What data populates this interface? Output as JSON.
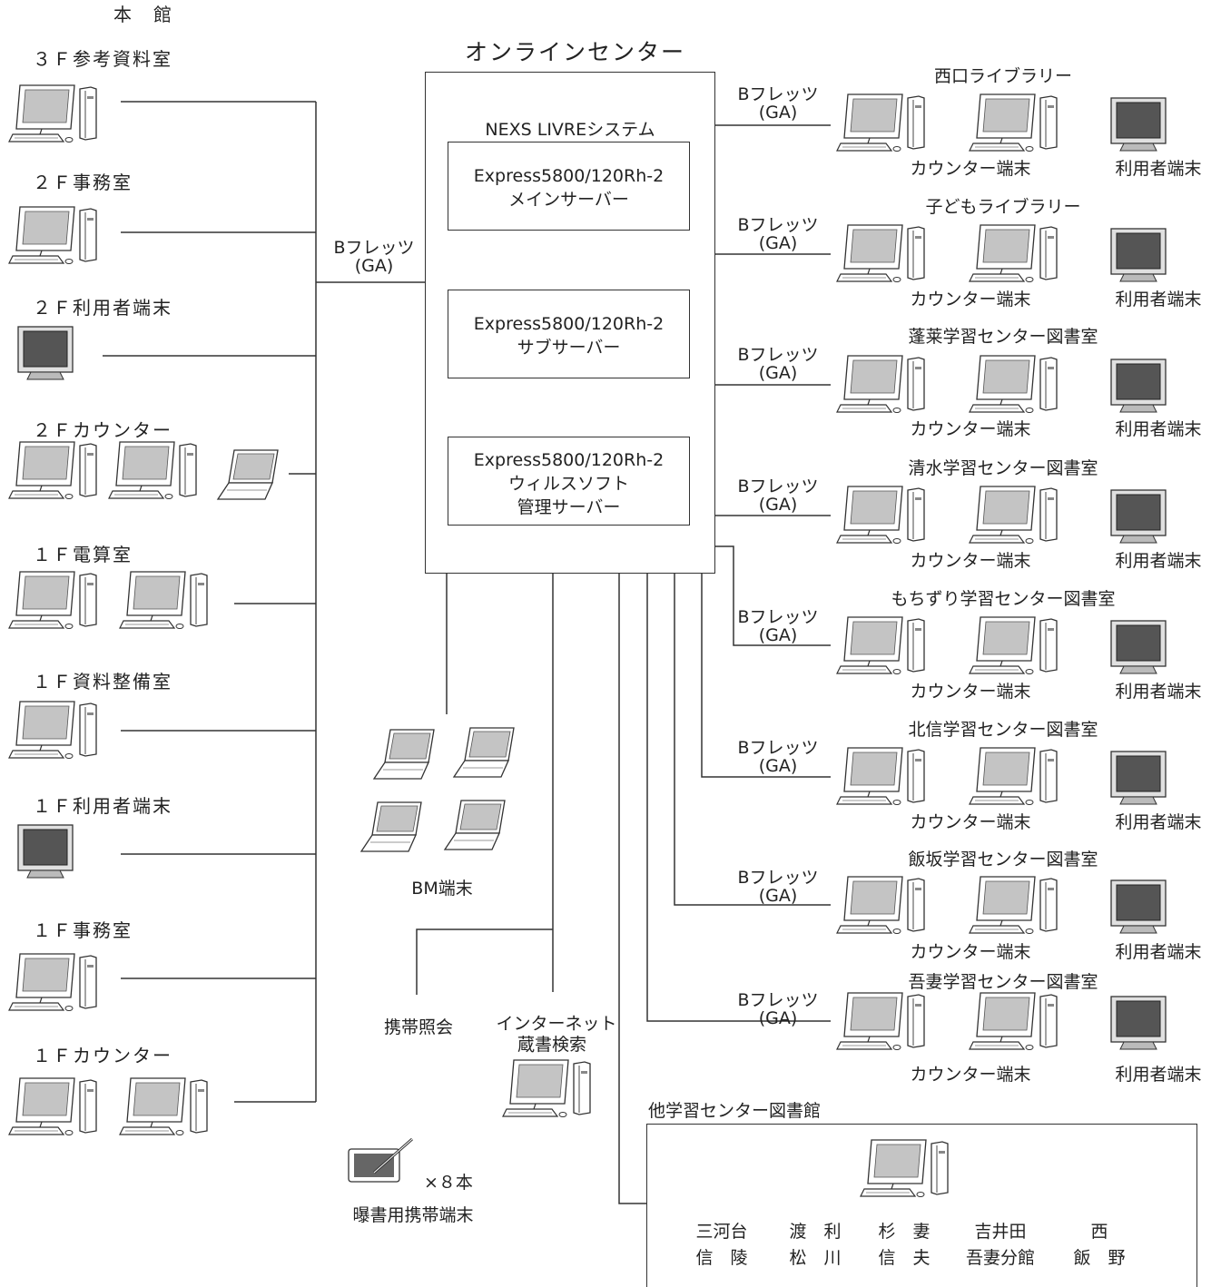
{
  "main_library": {
    "title": "本　館",
    "rooms": [
      {
        "label": "３Ｆ参考資料室"
      },
      {
        "label": "２Ｆ事務室"
      },
      {
        "label": "２Ｆ利用者端末"
      },
      {
        "label": "２Ｆカウンター"
      },
      {
        "label": "１Ｆ電算室"
      },
      {
        "label": "１Ｆ資料整備室"
      },
      {
        "label": "１Ｆ利用者端末"
      },
      {
        "label": "１Ｆ事務室"
      },
      {
        "label": "１Ｆカウンター"
      }
    ],
    "link": {
      "line1": "Bフレッツ",
      "line2": "(GA)"
    }
  },
  "online_center": {
    "title": "オンラインセンター",
    "system": "NEXS LIVREシステム",
    "servers": [
      {
        "model": "Express5800/120Rh-2",
        "role": "メインサーバー",
        "role2": ""
      },
      {
        "model": "Express5800/120Rh-2",
        "role": "サブサーバー",
        "role2": ""
      },
      {
        "model": "Express5800/120Rh-2",
        "role": "ウィルスソフト",
        "role2": "管理サーバー"
      }
    ]
  },
  "branches": [
    {
      "name": "西口ライブラリー",
      "link1": "Bフレッツ",
      "link2": "(GA)",
      "counter": "カウンター端末",
      "user": "利用者端末"
    },
    {
      "name": "子どもライブラリー",
      "link1": "Bフレッツ",
      "link2": "(GA)",
      "counter": "カウンター端末",
      "user": "利用者端末"
    },
    {
      "name": "蓬莱学習センター図書室",
      "link1": "Bフレッツ",
      "link2": "(GA)",
      "counter": "カウンター端末",
      "user": "利用者端末"
    },
    {
      "name": "清水学習センター図書室",
      "link1": "Bフレッツ",
      "link2": "(GA)",
      "counter": "カウンター端末",
      "user": "利用者端末"
    },
    {
      "name": "もちずり学習センター図書室",
      "link1": "Bフレッツ",
      "link2": "(GA)",
      "counter": "カウンター端末",
      "user": "利用者端末"
    },
    {
      "name": "北信学習センター図書室",
      "link1": "Bフレッツ",
      "link2": "(GA)",
      "counter": "カウンター端末",
      "user": "利用者端末"
    },
    {
      "name": "飯坂学習センター図書室",
      "link1": "Bフレッツ",
      "link2": "(GA)",
      "counter": "カウンター端末",
      "user": "利用者端末"
    },
    {
      "name": "吾妻学習センター図書室",
      "link1": "Bフレッツ",
      "link2": "(GA)",
      "counter": "カウンター端末",
      "user": "利用者端末"
    }
  ],
  "bm": {
    "label": "BM端末"
  },
  "mobile": {
    "label": "携帯照会"
  },
  "internet": {
    "line1": "インターネット",
    "line2": "蔵書検索"
  },
  "inventory": {
    "count": "×８本",
    "label": "曝書用携帯端末"
  },
  "other_centers": {
    "title": "他学習センター図書館",
    "row1": [
      "三河台",
      "渡　利",
      "杉　妻",
      "吉井田",
      "西"
    ],
    "row2": [
      "信　陵",
      "松　川",
      "信　夫",
      "吾妻分館",
      "飯　野"
    ]
  }
}
